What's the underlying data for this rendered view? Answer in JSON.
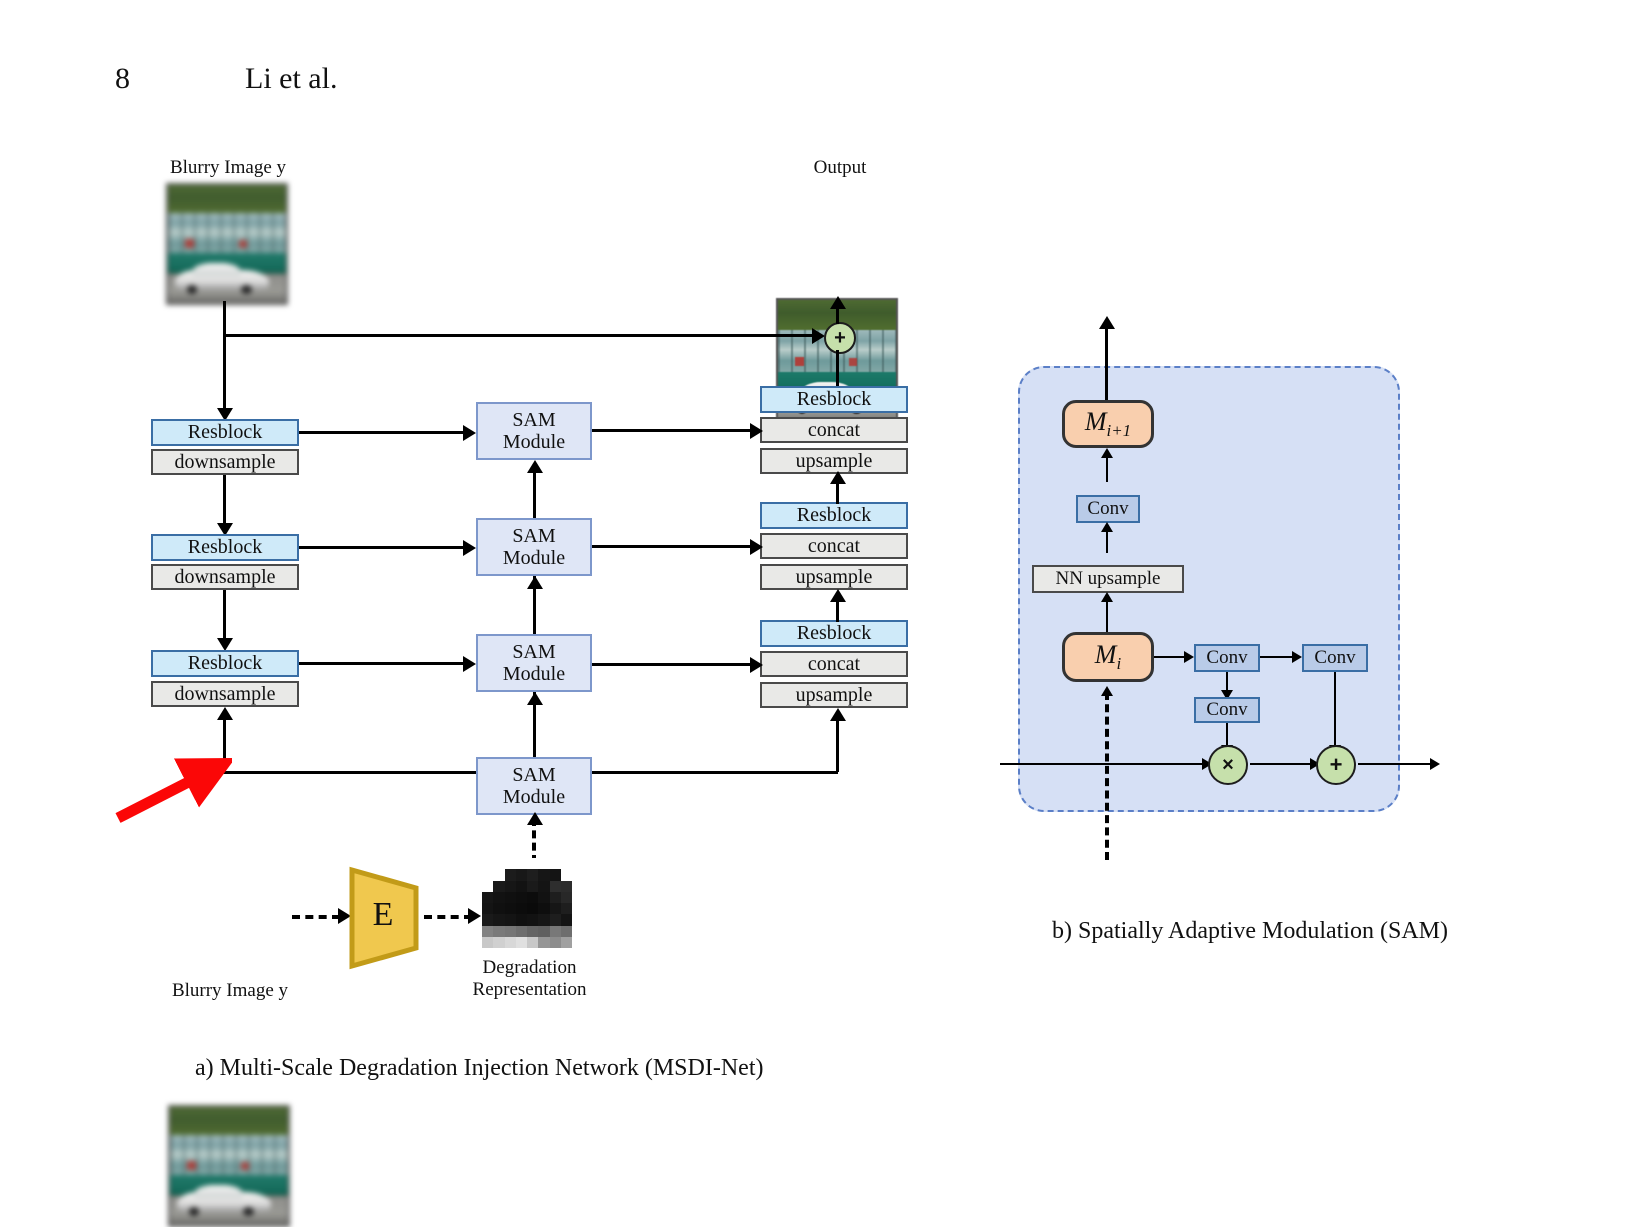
{
  "header": {
    "page_number": "8",
    "running_head": "Li et al."
  },
  "figure_a": {
    "caption": "a)  Multi-Scale Degradation Injection Network (MSDI-Net)",
    "input_label": "Blurry Image y",
    "output_label": "Output",
    "bottom_input_label": "Blurry Image y",
    "degradation_label": "Degradation\nRepresentation",
    "encoder_label": "E",
    "encoder_color": "#efc34f",
    "skip_add_symbol": "+",
    "encoder_stages": [
      {
        "resblock": "Resblock",
        "sampler": "downsample"
      },
      {
        "resblock": "Resblock",
        "sampler": "downsample"
      },
      {
        "resblock": "Resblock",
        "sampler": "downsample"
      }
    ],
    "sam_modules": [
      "SAM\nModule",
      "SAM\nModule",
      "SAM\nModule",
      "SAM\nModule"
    ],
    "decoder_stages": [
      {
        "resblock": "Resblock",
        "concat": "concat",
        "sampler": "upsample"
      },
      {
        "resblock": "Resblock",
        "concat": "concat",
        "sampler": "upsample"
      },
      {
        "resblock": "Resblock",
        "concat": "concat",
        "sampler": "upsample"
      }
    ],
    "annotation_arrow_color": "#fb0707"
  },
  "figure_b": {
    "caption": "b) Spatially Adaptive Modulation (SAM)",
    "feature_in": "Mᵢ",
    "feature_in_tex": "M",
    "feature_in_sub": "i",
    "feature_out_tex": "M",
    "feature_out_sub": "i+1",
    "nn_upsample": "NN upsample",
    "conv_labels": [
      "Conv",
      "Conv",
      "Conv",
      "Conv"
    ],
    "multiply_symbol": "×",
    "add_symbol": "+",
    "panel_fill": "#d6e0f5",
    "panel_border": "#5b7fc7"
  },
  "colors": {
    "resblock_fill": "#cfeaf9",
    "resblock_border": "#3a6ea5",
    "gray_fill": "#e9e9e7",
    "gray_border": "#4a4a4a",
    "sam_fill": "#dfe6f6",
    "sam_border": "#7d97cb",
    "conv_fill": "#b9cbe8",
    "feature_fill": "#f9cfae",
    "op_circle_fill": "#c6e0ab"
  }
}
